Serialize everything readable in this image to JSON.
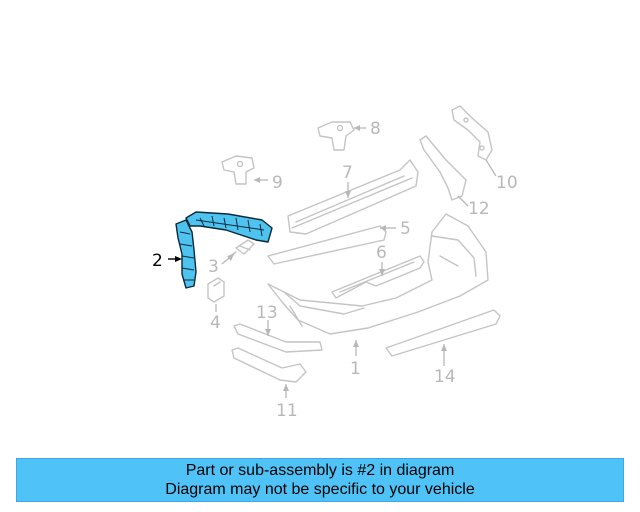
{
  "colors": {
    "highlight": "#4fc3f0",
    "banner": "#4fc3f7",
    "callout": "#b8b8b8"
  },
  "highlighted_part": "2",
  "callouts": {
    "c1": "1",
    "c2": "2",
    "c3": "3",
    "c4": "4",
    "c5": "5",
    "c6": "6",
    "c7": "7",
    "c8": "8",
    "c9": "9",
    "c10": "10",
    "c11": "11",
    "c12": "12",
    "c13": "13",
    "c14": "14"
  },
  "banner": {
    "line1": "Part or sub-assembly is #2 in diagram",
    "line2": "Diagram may not be specific to your vehicle"
  }
}
